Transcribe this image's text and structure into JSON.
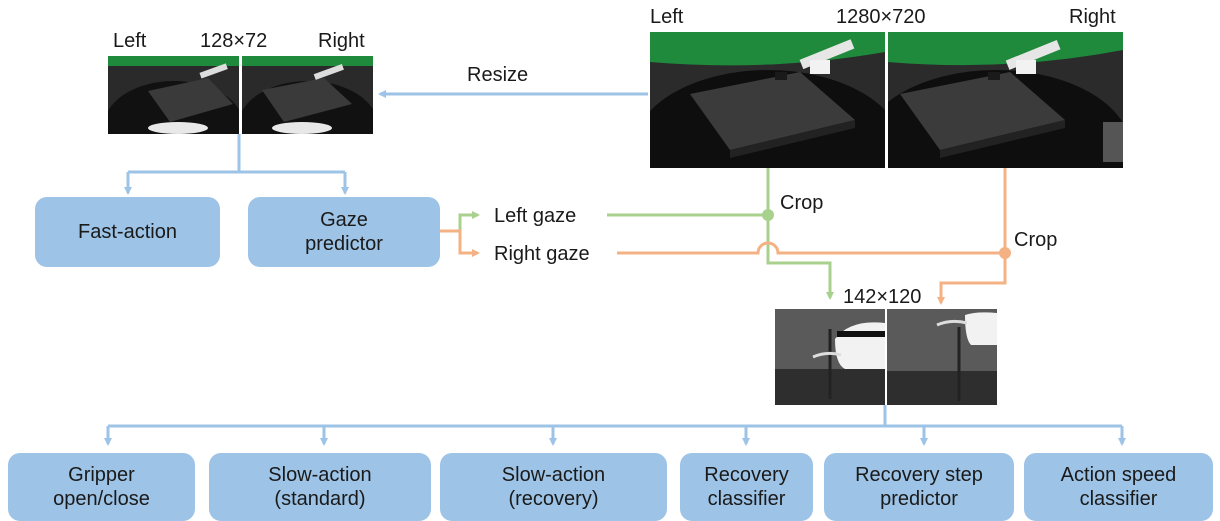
{
  "low_res": {
    "left": "Left",
    "size": "128×72",
    "right": "Right"
  },
  "high_res": {
    "left": "Left",
    "size": "1280×720",
    "right": "Right"
  },
  "crop_res": {
    "size": "142×120"
  },
  "edges": {
    "resize": "Resize",
    "crop_left": "Crop",
    "crop_right": "Crop",
    "left_gaze": "Left gaze",
    "right_gaze": "Right gaze"
  },
  "top_boxes": {
    "fast_action": "Fast-action",
    "gaze_line1": "Gaze",
    "gaze_line2": "predictor"
  },
  "bottom_boxes": [
    {
      "l1": "Gripper",
      "l2": "open/close"
    },
    {
      "l1": "Slow-action",
      "l2": "(standard)"
    },
    {
      "l1": "Slow-action",
      "l2": "(recovery)"
    },
    {
      "l1": "Recovery",
      "l2": "classifier"
    },
    {
      "l1": "Recovery step",
      "l2": "predictor"
    },
    {
      "l1": "Action speed",
      "l2": "classifier"
    }
  ],
  "colors": {
    "blue": "#9dc3e6",
    "green": "#a9d18e",
    "orange": "#f4b183"
  }
}
